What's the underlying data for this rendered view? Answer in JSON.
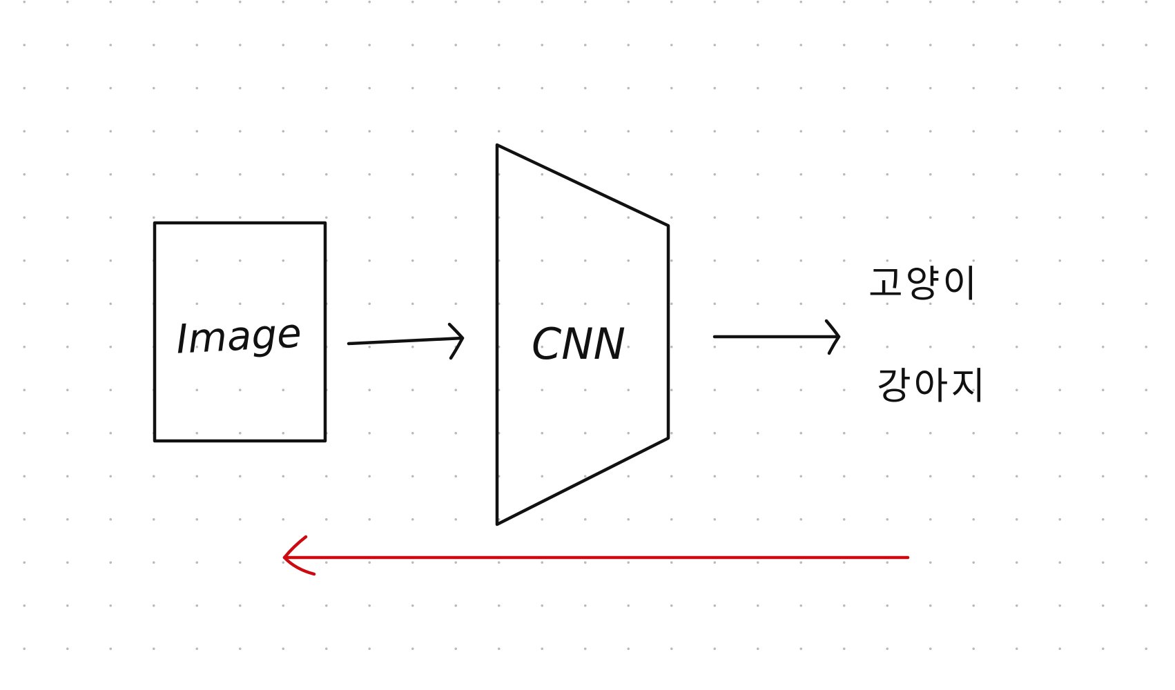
{
  "diagram": {
    "input_label": "Image",
    "model_label": "CNN",
    "outputs": [
      "고양이",
      "강아지"
    ]
  },
  "colors": {
    "background": "#ffffff",
    "grid_dot": "#b9b9b9",
    "ink": "#111111",
    "feedback_arrow": "#cc0a12"
  }
}
